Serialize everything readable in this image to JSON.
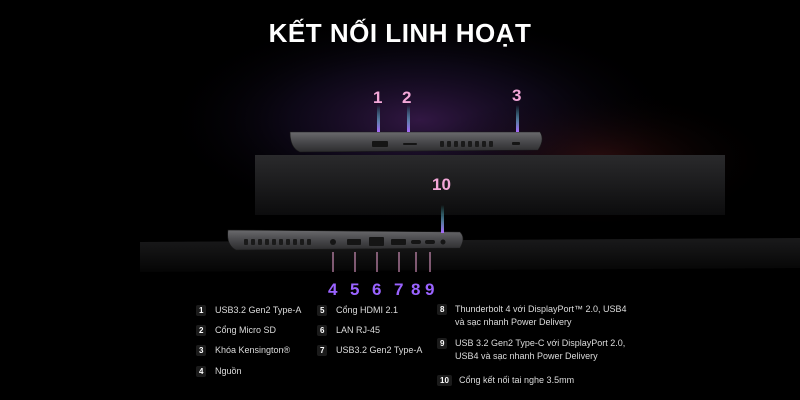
{
  "title": "KẾT NỐI LINH HOẠT",
  "callouts_top": [
    "1",
    "2",
    "3"
  ],
  "callout_top_right": "10",
  "callouts_bottom": [
    "4",
    "5",
    "6",
    "7",
    "8",
    "9"
  ],
  "colors": {
    "top_number": "#f3a7d8",
    "bottom_number": "#9a63ff",
    "laptop_body": "#4a4a4c",
    "background": "#000000"
  },
  "legend": [
    {
      "n": "1",
      "text": "USB3.2 Gen2 Type-A"
    },
    {
      "n": "2",
      "text": "Cổng Micro SD"
    },
    {
      "n": "3",
      "text": "Khóa Kensington®"
    },
    {
      "n": "4",
      "text": "Nguồn"
    },
    {
      "n": "5",
      "text": "Cổng HDMI 2.1"
    },
    {
      "n": "6",
      "text": "LAN RJ-45"
    },
    {
      "n": "7",
      "text": "USB3.2 Gen2 Type-A"
    },
    {
      "n": "8",
      "text": "Thunderbolt 4 với DisplayPort™ 2.0, USB4",
      "text2": "và sạc nhanh Power Delivery"
    },
    {
      "n": "9",
      "text": "USB 3.2 Gen2 Type-C với DisplayPort 2.0,",
      "text2": "USB4 và sạc nhanh Power Delivery"
    },
    {
      "n": "10",
      "text": "Cổng kết nối tai nghe 3.5mm"
    }
  ]
}
